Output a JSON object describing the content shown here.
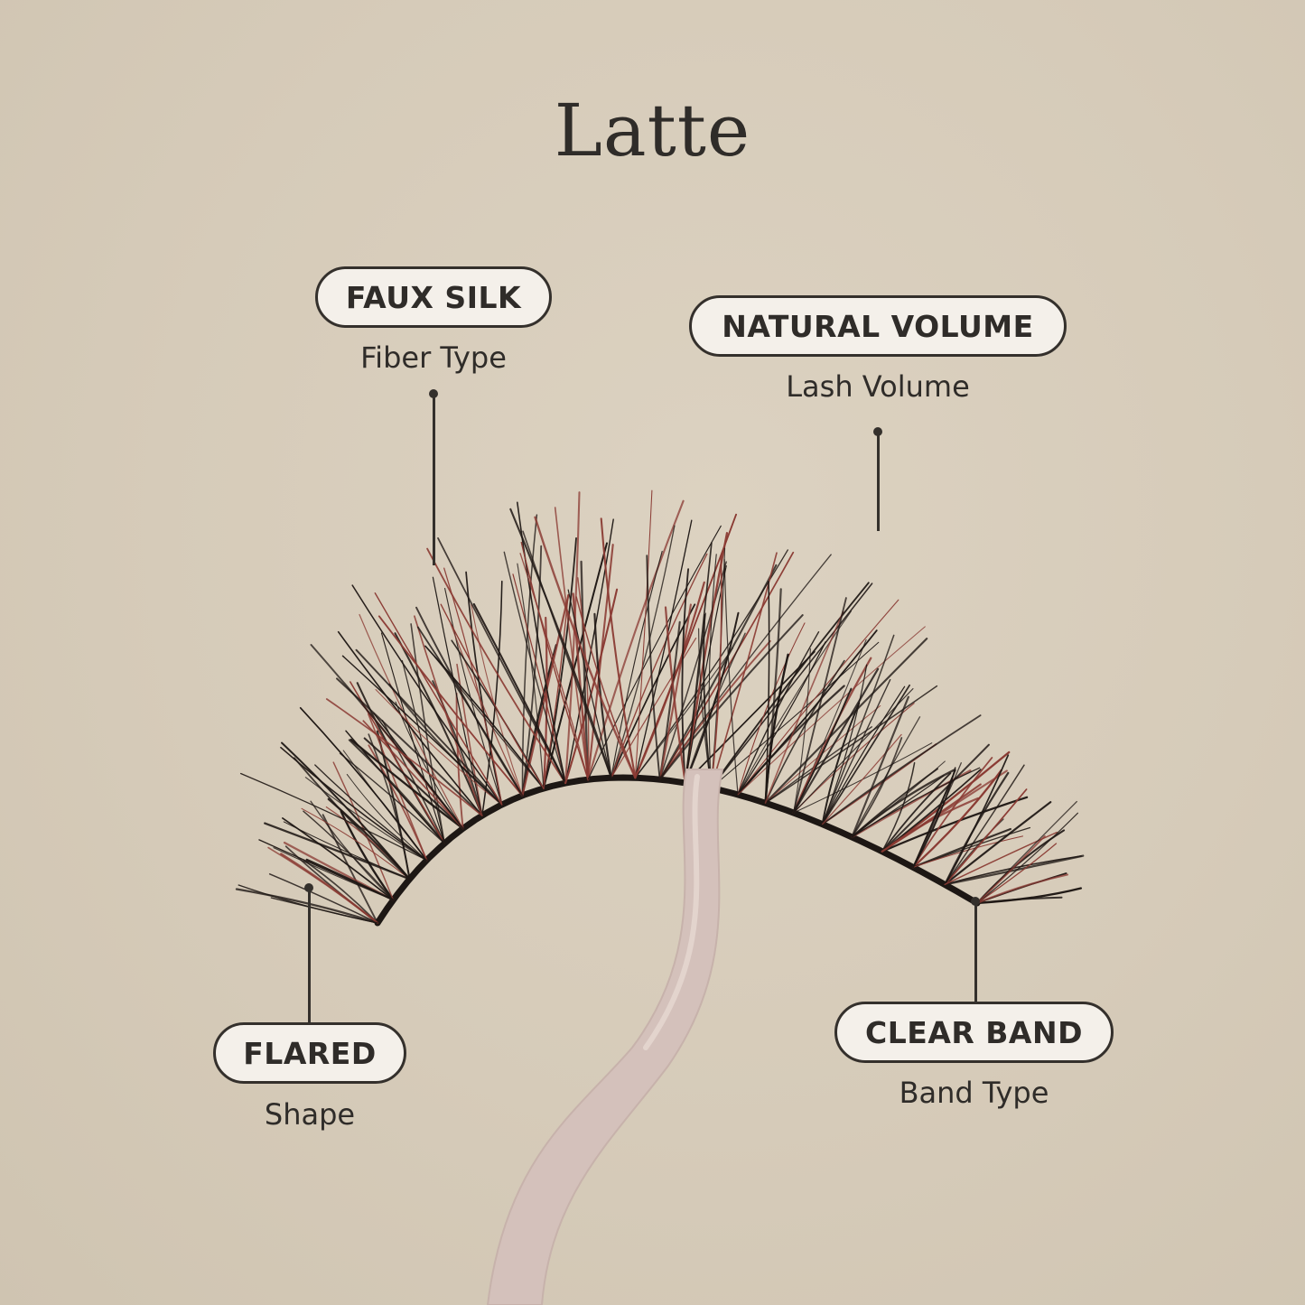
{
  "title": "Latte",
  "features": {
    "fiber": {
      "value": "FAUX SILK",
      "label": "Fiber Type"
    },
    "volume": {
      "value": "NATURAL VOLUME",
      "label": "Lash Volume"
    },
    "shape": {
      "value": "FLARED",
      "label": "Shape"
    },
    "band": {
      "value": "CLEAR BAND",
      "label": "Band Type"
    }
  },
  "colors": {
    "background": "#d6cbb9",
    "ink": "#2f2c29",
    "pill_fill": "#f4f0ea",
    "lash_dark": "#1f1815",
    "lash_red": "#8a3a33",
    "tweezer": "#d4c1bb"
  }
}
